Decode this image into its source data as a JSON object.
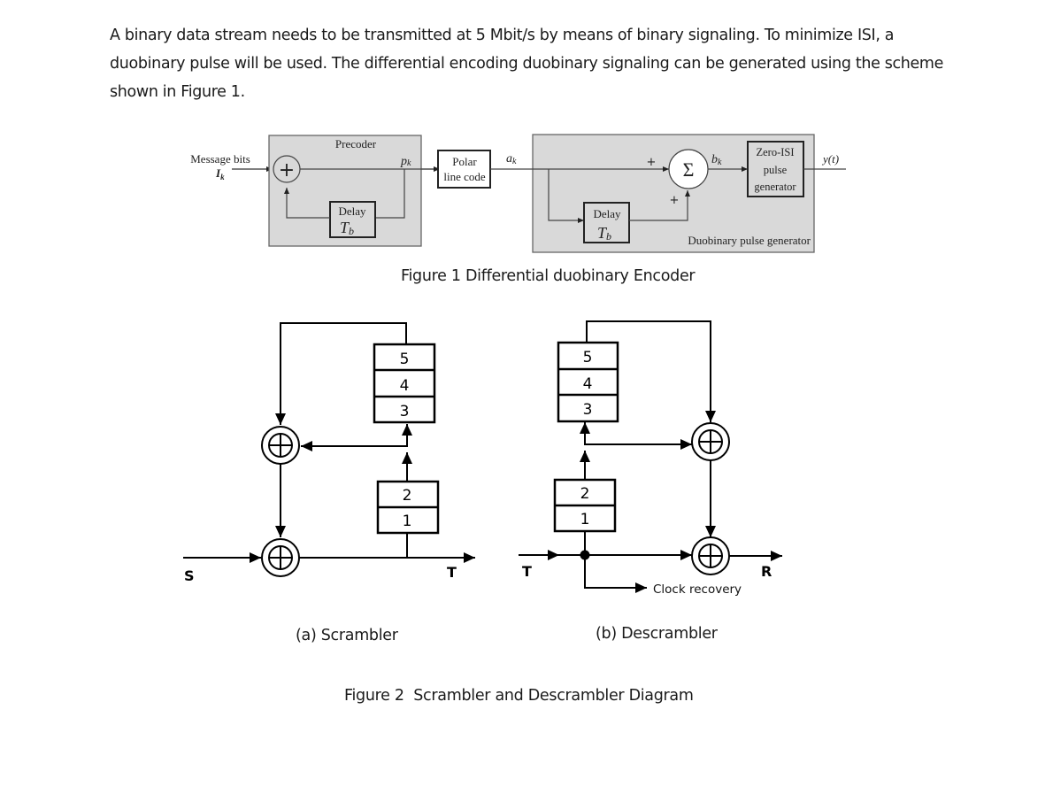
{
  "problem": {
    "paragraph": "A binary data stream needs to be transmitted at 5 Mbit/s by means of binary signaling. To minimize ISI, a duobinary pulse will be used. The differential encoding duobinary signaling can be generated using the scheme shown in Figure 1."
  },
  "figure1": {
    "caption": "Figure 1 Differential duobinary Encoder",
    "input_label": "Message bits",
    "input_symbol": "I",
    "input_sub": "k",
    "precoder": {
      "title": "Precoder",
      "adder_symbol": "+",
      "delay_label": "Delay",
      "delay_symbol": "T",
      "delay_sub": "b",
      "output_symbol": "p",
      "output_sub": "k"
    },
    "polar": {
      "line1": "Polar",
      "line2": "line code",
      "output_symbol": "a",
      "output_sub": "k"
    },
    "duobinary": {
      "title": "Duobinary pulse generator",
      "sum_symbol": "Σ",
      "plus_top": "+",
      "plus_bottom": "+",
      "delay_label": "Delay",
      "delay_symbol": "T",
      "delay_sub": "b",
      "sum_output_symbol": "b",
      "sum_output_sub": "k",
      "zero_isi_line1": "Zero-ISI",
      "zero_isi_line2": "pulse",
      "zero_isi_line3": "generator",
      "output_label": "y(t)"
    }
  },
  "figure2": {
    "caption": "Figure 2  Scrambler and Descrambler Diagram",
    "scrambler": {
      "caption": "(a) Scrambler",
      "input_label": "S",
      "output_label": "T",
      "upper_register": [
        "5",
        "4",
        "3"
      ],
      "lower_register": [
        "2",
        "1"
      ]
    },
    "descrambler": {
      "caption": "(b) Descrambler",
      "input_label": "T",
      "output_label": "R",
      "clock_label": "Clock recovery",
      "upper_register": [
        "5",
        "4",
        "3"
      ],
      "lower_register": [
        "2",
        "1"
      ]
    }
  }
}
